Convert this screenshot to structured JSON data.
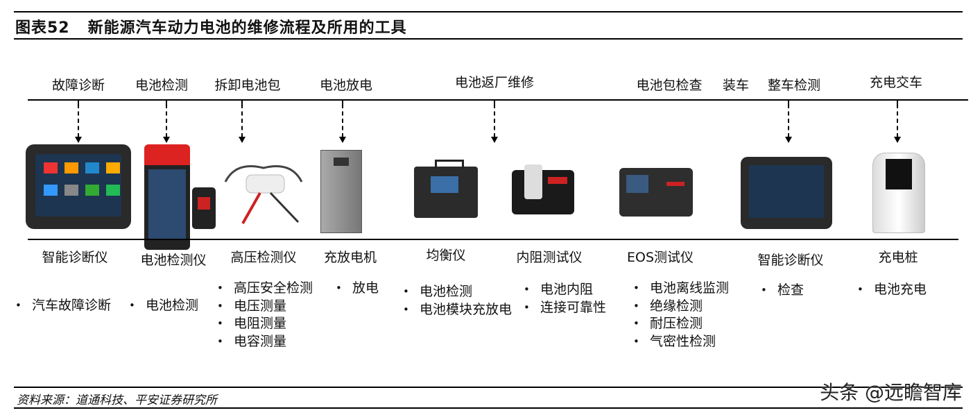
{
  "title": {
    "number": "图表52",
    "text": "新能源汽车动力电池的维修流程及所用的工具"
  },
  "steps": [
    "故障诊断",
    "电池检测",
    "拆卸电池包",
    "电池放电",
    "电池返厂维修",
    "电池包检查",
    "装车",
    "整车检测",
    "充电交车"
  ],
  "tools": [
    {
      "name": "智能诊断仪",
      "items": [
        "汽车故障诊断"
      ]
    },
    {
      "name": "电池检测仪",
      "items": [
        "电池检测"
      ]
    },
    {
      "name": "高压检测仪",
      "items": [
        "高压安全检测",
        "电压测量",
        "电阻测量",
        "电容测量"
      ]
    },
    {
      "name": "充放电机",
      "items": [
        "放电"
      ]
    },
    {
      "name": "均衡仪",
      "items": [
        "电池检测",
        "电池模块充放电"
      ]
    },
    {
      "name": "内阻测试仪",
      "items": [
        "电池内阻",
        "连接可靠性"
      ]
    },
    {
      "name": "EOS测试仪",
      "items": [
        "电池离线监测",
        "绝缘检测",
        "耐压检测",
        "气密性检测"
      ]
    },
    {
      "name": "智能诊断仪",
      "items": [
        "检查"
      ]
    },
    {
      "name": "充电桩",
      "items": [
        "电池充电"
      ]
    }
  ],
  "footer": {
    "source": "资料来源：道通科技、平安证券研究所",
    "watermark": "头条 @远瞻智库"
  }
}
